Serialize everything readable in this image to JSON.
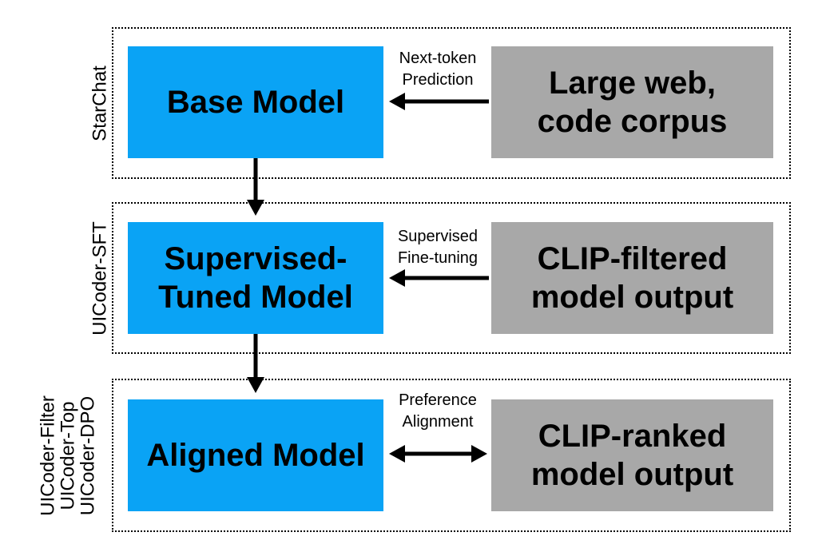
{
  "stages": [
    {
      "labels": [
        "StarChat"
      ],
      "model": [
        "Base Model"
      ],
      "edge": [
        "Next-token",
        "Prediction"
      ],
      "data": [
        "Large web,",
        "code corpus"
      ]
    },
    {
      "labels": [
        "UICoder-SFT"
      ],
      "model": [
        "Supervised-",
        "Tuned Model"
      ],
      "edge": [
        "Supervised",
        "Fine-tuning"
      ],
      "data": [
        "CLIP-filtered",
        "model output"
      ]
    },
    {
      "labels": [
        "UICoder-Filter",
        "UICoder-Top",
        "UICoder-DPO"
      ],
      "model": [
        "Aligned Model"
      ],
      "edge": [
        "Preference",
        "Alignment"
      ],
      "data": [
        "CLIP-ranked",
        "model output"
      ]
    }
  ],
  "colors": {
    "model_box": "#0aa3f5",
    "data_box": "#a8a8a8",
    "arrow": "#000000"
  }
}
